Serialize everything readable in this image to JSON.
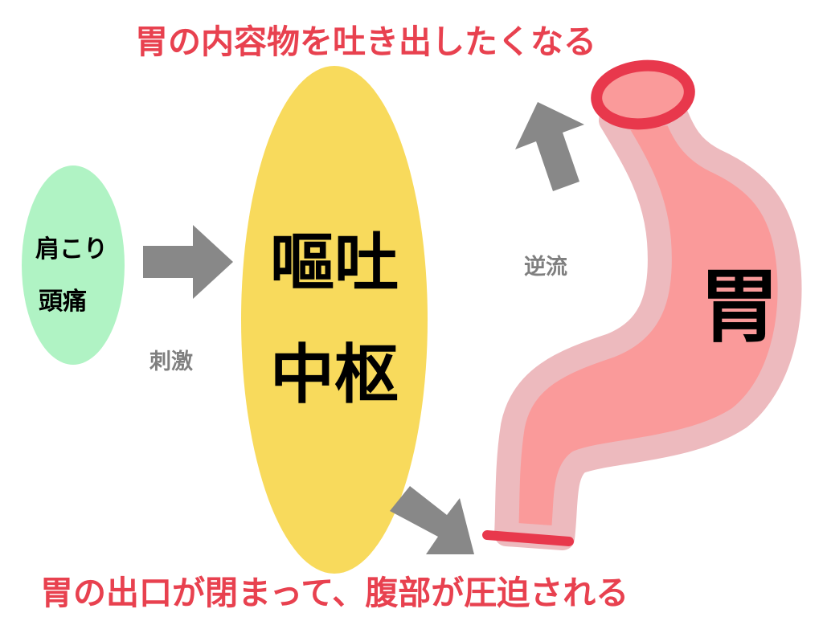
{
  "title_top": "胃の内容物を吐き出したくなる",
  "title_bottom": "胃の出口が閉まって、腹部が圧迫される",
  "cause": {
    "line1": "肩こり",
    "line2": "頭痛"
  },
  "center": {
    "line1": "嘔吐",
    "line2": "中枢"
  },
  "stomach_label": "胃",
  "label_stimulus": "刺激",
  "label_reflux": "逆流",
  "colors": {
    "red": "#e8414f",
    "green": "#b0f3c4",
    "yellow": "#f8da5c",
    "stomach": "#fa9a9a",
    "stomach_outline": "#edbabe",
    "arrow": "#888888"
  }
}
